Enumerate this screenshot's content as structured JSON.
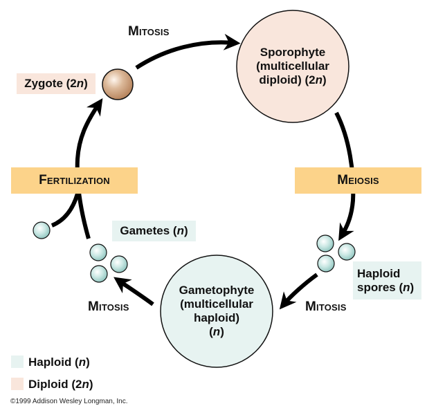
{
  "labels": {
    "mitosis_top": "Mitosis",
    "mitosis_left": "Mitosis",
    "mitosis_right": "Mitosis",
    "meiosis": "Meiosis",
    "fertilization": "Fertilization"
  },
  "nodes": {
    "sporophyte": {
      "line1": "Sporophyte",
      "line2": "(multicellular",
      "line3_pre": "diploid) (2",
      "line3_var": "n",
      "line3_post": ")"
    },
    "gametophyte": {
      "line1": "Gametophyte",
      "line2": "(multicellular",
      "line3": "haploid)",
      "line4_pre": "(",
      "line4_var": "n",
      "line4_post": ")"
    },
    "zygote": {
      "pre": "Zygote (2",
      "var": "n",
      "post": ")"
    },
    "gametes": {
      "pre": "Gametes (",
      "var": "n",
      "post": ")"
    },
    "spores": {
      "line1": "Haploid",
      "line2_pre": "spores (",
      "line2_var": "n",
      "line2_post": ")"
    }
  },
  "legend": {
    "haploid": {
      "pre": "Haploid (",
      "var": "n",
      "post": ")",
      "color": "#e7f3f1"
    },
    "diploid": {
      "pre": "Diploid (2",
      "var": "n",
      "post": ")",
      "color": "#f9e6dc"
    }
  },
  "colors": {
    "diploid_fill": "#f9e6dc",
    "haploid_fill": "#e7f3f1",
    "process_fill": "#fcd38a",
    "cell_fill": "#cfe9e6",
    "zygote_fill": "#d8b594"
  },
  "copyright": "©1999 Addison Wesley Longman, Inc."
}
